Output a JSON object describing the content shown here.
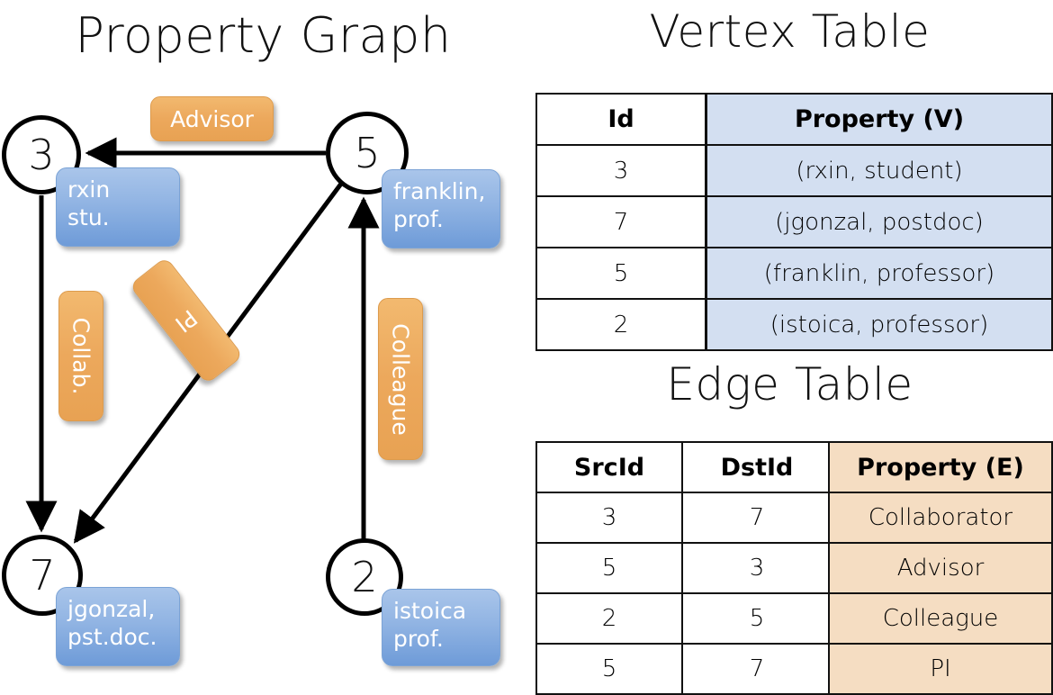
{
  "titles": {
    "property_graph": "Property Graph",
    "vertex_table": "Vertex Table",
    "edge_table": "Edge Table"
  },
  "colors": {
    "node_border": "#000000",
    "vertex_prop_fill": "#d3dff1",
    "edge_prop_fill": "#f5ddc2",
    "vertex_box": "#7ba3d6",
    "edge_label_box": "#e8a253"
  },
  "graph": {
    "nodes": [
      {
        "id": "3",
        "property_lines": [
          "rxin",
          "stu."
        ]
      },
      {
        "id": "5",
        "property_lines": [
          "franklin,",
          "prof."
        ]
      },
      {
        "id": "7",
        "property_lines": [
          "jgonzal,",
          "pst.doc."
        ]
      },
      {
        "id": "2",
        "property_lines": [
          "istoica",
          "prof."
        ]
      }
    ],
    "edge_labels": [
      {
        "name": "advisor",
        "text": "Advisor"
      },
      {
        "name": "collab",
        "text": "Collab."
      },
      {
        "name": "pi",
        "text": "PI"
      },
      {
        "name": "colleague",
        "text": "Colleague"
      }
    ]
  },
  "vertex_table": {
    "columns": [
      "Id",
      "Property (V)"
    ],
    "rows": [
      {
        "id": "3",
        "property": "(rxin, student)"
      },
      {
        "id": "7",
        "property": "(jgonzal, postdoc)"
      },
      {
        "id": "5",
        "property": "(franklin, professor)"
      },
      {
        "id": "2",
        "property": "(istoica, professor)"
      }
    ]
  },
  "edge_table": {
    "columns": [
      "SrcId",
      "DstId",
      "Property (E)"
    ],
    "rows": [
      {
        "src": "3",
        "dst": "7",
        "property": "Collaborator"
      },
      {
        "src": "5",
        "dst": "3",
        "property": "Advisor"
      },
      {
        "src": "2",
        "dst": "5",
        "property": "Colleague"
      },
      {
        "src": "5",
        "dst": "7",
        "property": "PI"
      }
    ]
  }
}
